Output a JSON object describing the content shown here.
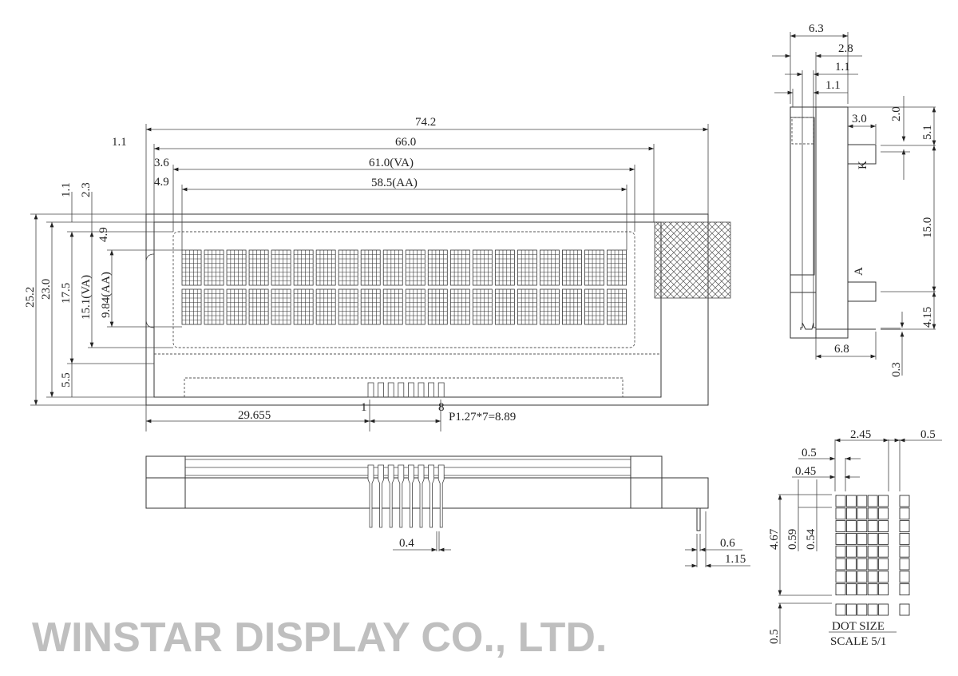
{
  "watermark": "WINSTAR DISPLAY CO., LTD.",
  "display": {
    "columns": 20,
    "rows": 2,
    "dots_per_char": [
      5,
      8
    ]
  },
  "front_view": {
    "dims": {
      "overall_width": "74.2",
      "left_offset_1": "1.1",
      "bezel_width": "66.0",
      "va_offset": "3.6",
      "va_width": "61.0(VA)",
      "aa_offset": "4.9",
      "aa_width": "58.5(AA)",
      "overall_height": "25.2",
      "bezel_height": "23.0",
      "height_17": "17.5",
      "va_height": "15.1(VA)",
      "aa_height": "9.84(AA)",
      "top_1": "1.1",
      "top_2": "2.3",
      "top_aa": "4.9",
      "bottom_5": "5.5",
      "pin1_offset": "29.655",
      "pin_first": "1",
      "pin_last": "8",
      "pin_pitch": "P1.27*7=8.89"
    }
  },
  "side_view": {
    "dims": {
      "pin_width": "0.4",
      "led_pin_width": "0.6",
      "led_pin_span": "1.15"
    }
  },
  "right_view": {
    "dims": {
      "d6_3": "6.3",
      "d2_8": "2.8",
      "d1_1a": "1.1",
      "d1_1b": "1.1",
      "d3_0": "3.0",
      "d2_0": "2.0",
      "d5_1": "5.1",
      "d15_0": "15.0",
      "d4_15": "4.15",
      "d6_8": "6.8",
      "d0_3": "0.3"
    },
    "cathode_label": "K",
    "anode_label": "A"
  },
  "dot_detail": {
    "dims": {
      "char_width": "2.45",
      "char_gap": "0.5",
      "dot_pitch_x": "0.5",
      "dot_width": "0.45",
      "char_height": "4.67",
      "dot_pitch_y": "0.59",
      "dot_height": "0.54",
      "cursor_gap": "0.5"
    },
    "title": "DOT SIZE",
    "scale": "SCALE 5/1"
  }
}
